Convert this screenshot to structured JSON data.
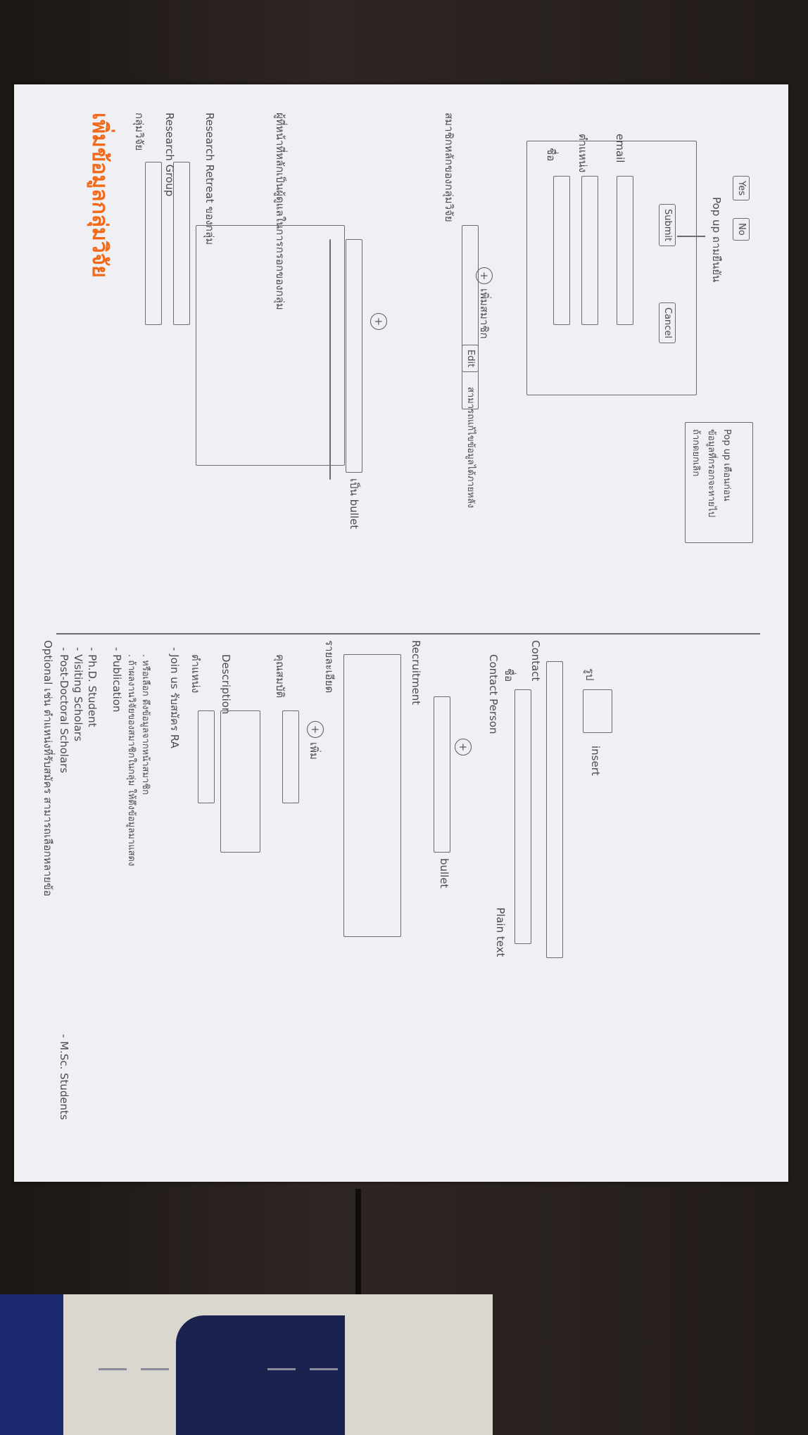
{
  "title": "เพิ่มข้อมูลกลุ่มวิจัย",
  "left": {
    "group_label": "กลุ่มวิจัย",
    "research_group_label": "Research Group",
    "retreat_label": "Research Retreat ของกลุ่ม",
    "main_fields_label": "ผู้ที่หน้าที่หลักเป็นผู้ดูแลในการกรอกของกลุ่ม",
    "bullet_label": "เป็น bullet",
    "members_label": "สมาชิกหลักของกลุ่มวิจัย",
    "add_plus": "+",
    "add_member_note": "เพิ่มสมาชิก",
    "edit_button": "Edit",
    "edit_note": "สามารถแก้ไขข้อมูลได้ภายหลัง",
    "form": {
      "name_label": "ชื่อ",
      "position_label": "ตำแหน่ง",
      "email_label": "email",
      "submit": "Submit",
      "cancel": "Cancel"
    },
    "popup_save_label": "Pop up ถามยืนยัน",
    "yes": "Yes",
    "no": "No",
    "cancel_note_1": "ถ้ากดยกเลิก",
    "cancel_note_2": "ข้อมูลที่กรอกจะหายไป",
    "cancel_note_3": "Pop up เตือนก่อน"
  },
  "right": {
    "optional_line": "Optional เช่น ตำแหน่งที่รับสมัคร สามารถเลือกหลายข้อ",
    "ms_students": "- M.Sc. Students",
    "postdoc": "- Post-Doctoral Scholars",
    "visiting": "- Visiting Scholars",
    "phd": "- Ph.D. Student",
    "publication": "- Publication",
    "pub_note_1": ". ถ้าผลงานวิจัยของสมาชิกในกลุ่ม ให้ดึงข้อมูลมาแสดง",
    "pub_note_2": ". หรือเลือก ดึงข้อมูลจากหน้าสมาชิก",
    "join_us": "- Join us รับสมัคร RA",
    "position_label": "ตำแหน่ง",
    "description_label": "Description",
    "qualification_label": "คุณสมบัติ",
    "add_plus": "+",
    "add_note": "เพิ่ม",
    "details_label": "รายละเอียด",
    "recruitment_label": "Recruitment",
    "bullet_note": "bullet",
    "contact_person_label": "Contact Person",
    "contact_name_label": "ชื่อ",
    "plain_text_note": "Plain text",
    "contact_label": "Contact",
    "image_label": "รูป",
    "insert_note": "insert"
  }
}
